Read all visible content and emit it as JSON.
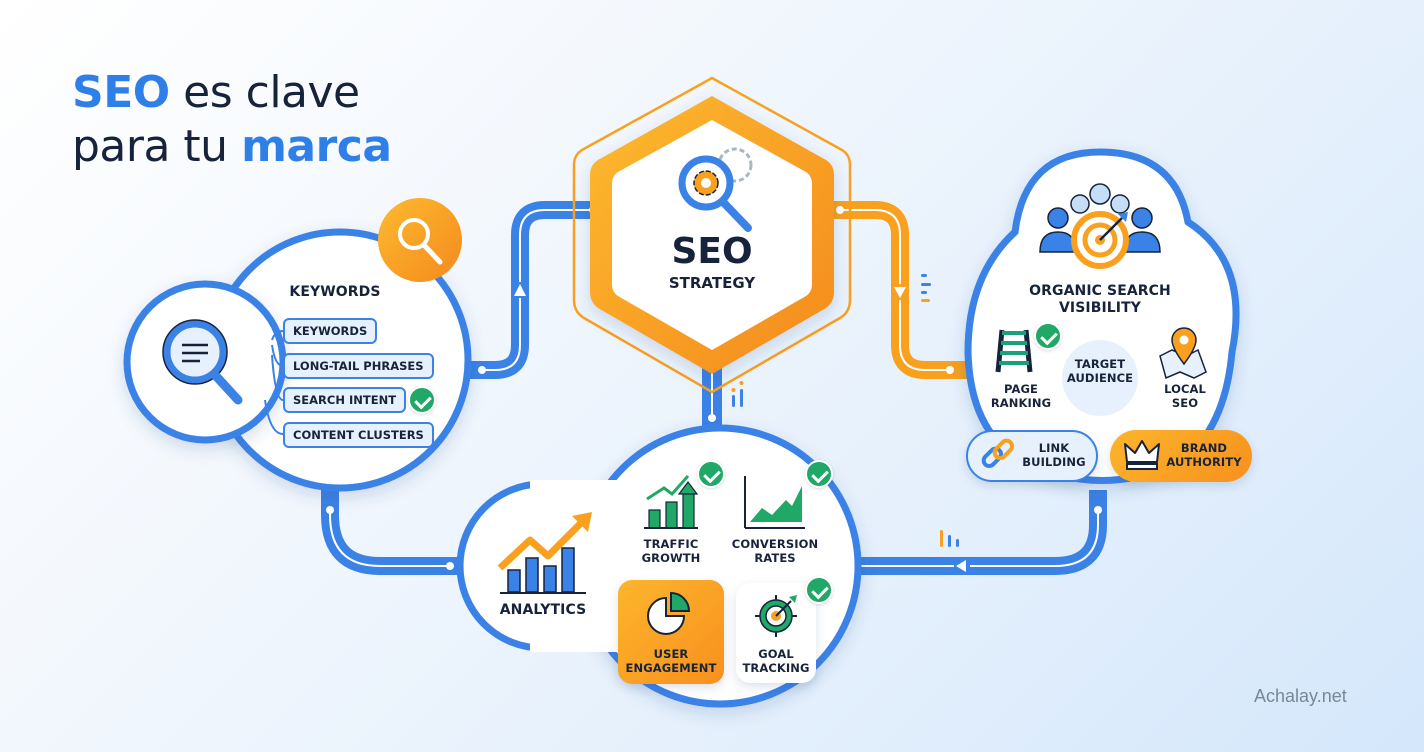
{
  "headline": {
    "line1_highlight": "SEO",
    "line1_rest": " es clave",
    "line2_rest": "para tu ",
    "line2_highlight": "marca"
  },
  "center": {
    "title": "SEO",
    "subtitle": "STRATEGY",
    "icon": "magnifier-gear-icon"
  },
  "keywords": {
    "title": "KEYWORDS",
    "icon": "document-search-icon",
    "badge_icon": "search-icon",
    "items": [
      {
        "label": "KEYWORDS",
        "checked": false
      },
      {
        "label": "LONG-TAIL PHRASES",
        "checked": false
      },
      {
        "label": "SEARCH INTENT",
        "checked": true
      },
      {
        "label": "CONTENT CLUSTERS",
        "checked": false
      }
    ]
  },
  "visibility": {
    "title_line1": "ORGANIC SEARCH",
    "title_line2": "VISIBILITY",
    "icon": "audience-target-icon",
    "page_ranking": {
      "line1": "PAGE",
      "line2": "RANKING",
      "icon": "ladder-icon",
      "checked": true
    },
    "target_audience": {
      "line1": "TARGET",
      "line2": "AUDIENCE"
    },
    "local_seo": {
      "line1": "LOCAL",
      "line2": "SEO",
      "icon": "map-pin-icon"
    },
    "link_building": {
      "line1": "LINK",
      "line2": "BUILDING",
      "icon": "link-icon"
    },
    "brand_authority": {
      "line1": "BRAND",
      "line2": "AUTHORITY",
      "icon": "crown-icon"
    }
  },
  "analytics": {
    "title": "ANALYTICS",
    "icon": "trend-chart-icon",
    "traffic_growth": {
      "line1": "TRAFFIC",
      "line2": "GROWTH",
      "icon": "bar-growth-icon",
      "checked": true
    },
    "conversion_rates": {
      "line1": "CONVERSION",
      "line2": "RATES",
      "icon": "area-chart-icon",
      "checked": true
    },
    "user_engagement": {
      "line1": "USER",
      "line2": "ENGAGEMENT",
      "icon": "pie-chart-icon"
    },
    "goal_tracking": {
      "line1": "GOAL",
      "line2": "TRACKING",
      "icon": "target-arrow-icon",
      "checked": true
    }
  },
  "colors": {
    "primary_blue": "#2f7fe8",
    "accent_orange": "#f9a01f",
    "success_green": "#1fa866",
    "text_dark": "#16233b"
  },
  "watermark": "Achalay.net"
}
